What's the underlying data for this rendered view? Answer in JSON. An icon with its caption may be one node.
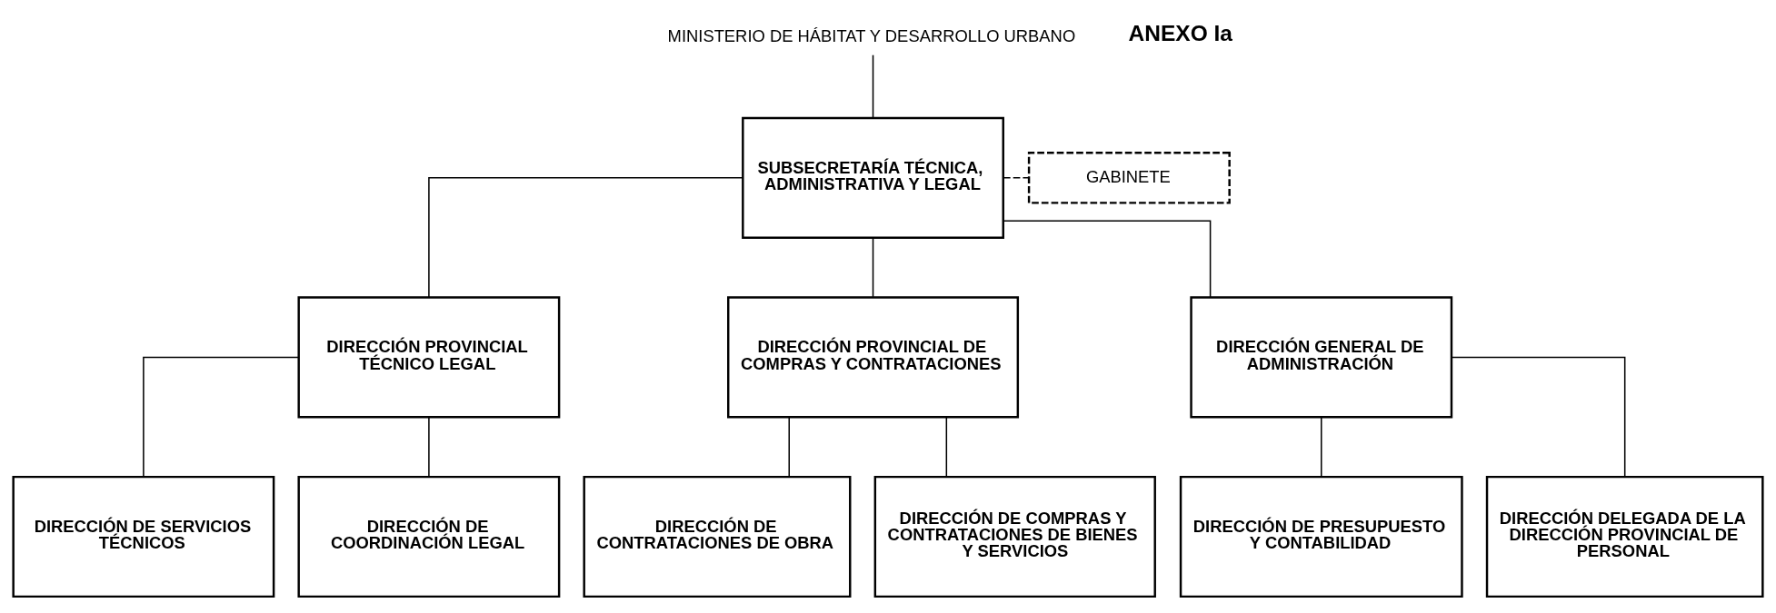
{
  "diagram": {
    "nodes": [
      {
        "text": [
          "MINISTERIO DE HÁBITAT Y DESARROLLO URBANO"
        ]
      },
      {
        "text": [
          "SUBSECRETARÍA TÉCNICA, ADMINISTRATIVA Y LEGAL"
        ]
      },
      {
        "text": [
          "GABINETE"
        ]
      },
      {
        "text": [
          "DIRECCIÓN PROVINCIAL TÉCNICO LEGAL"
        ]
      },
      {
        "text": [
          "DIRECCIÓN PROVINCIAL DE COMPRAS Y CONTRATACIONES"
        ]
      },
      {
        "text": [
          "DIRECCIÓN GENERAL DE ADMINISTRACIÓN"
        ]
      },
      {
        "text": [
          "DIRECCIÓN DE SERVICIOS TÉCNICOS"
        ]
      },
      {
        "text": [
          "DIRECCIÓN DE COORDINACIÓN LEGAL"
        ]
      },
      {
        "text": [
          "DIRECCIÓN DE CONTRATACIONES DE OBRA"
        ]
      },
      {
        "text": [
          "DIRECCIÓN DE COMPRAS Y CONTRATACIONES DE BIENES Y SERVICIOS"
        ]
      },
      {
        "text": [
          "DIRECCIÓN DE PRESUPUESTO Y CONTABILIDAD"
        ]
      },
      {
        "text": [
          "DIRECCIÓN DELEGADA DE LA DIRECCIÓN PROVINCIAL DE PERSONAL"
        ]
      }
    ],
    "edges": [
      {
        "from": 0,
        "to": 1,
        "arrow": "none"
      },
      {
        "from": 1,
        "to": 2,
        "arrow": "none",
        "style": "dashed"
      },
      {
        "from": 1,
        "to": 3,
        "arrow": "none"
      },
      {
        "from": 1,
        "to": 4,
        "arrow": "none"
      },
      {
        "from": 1,
        "to": 5,
        "arrow": "none"
      },
      {
        "from": 3,
        "to": 6,
        "arrow": "none"
      },
      {
        "from": 3,
        "to": 7,
        "arrow": "none"
      },
      {
        "from": 4,
        "to": 8,
        "arrow": "none"
      },
      {
        "from": 4,
        "to": 9,
        "arrow": "none"
      },
      {
        "from": 5,
        "to": 10,
        "arrow": "none"
      },
      {
        "from": 5,
        "to": 11,
        "arrow": "none"
      }
    ],
    "labels": [
      "ANEXO Ia"
    ]
  }
}
